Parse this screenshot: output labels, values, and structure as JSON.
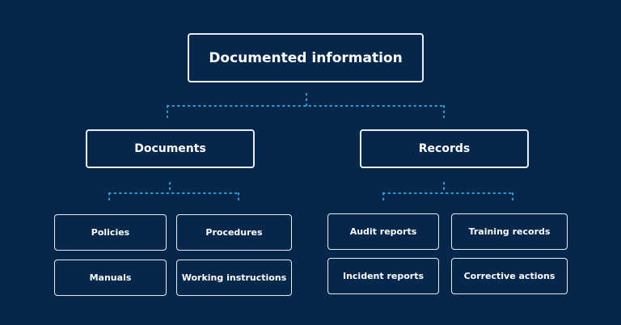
{
  "root": {
    "label": "Documented information"
  },
  "branches": [
    {
      "label": "Documents",
      "children": [
        "Policies",
        "Procedures",
        "Manuals",
        "Working instructions"
      ]
    },
    {
      "label": "Records",
      "children": [
        "Audit reports",
        "Training records",
        "Incident reports",
        "Corrective actions"
      ]
    }
  ],
  "colors": {
    "background": "#04274b",
    "box_border": "#e9eef4",
    "text": "#ffffff",
    "connector": "#2fa3d6"
  }
}
